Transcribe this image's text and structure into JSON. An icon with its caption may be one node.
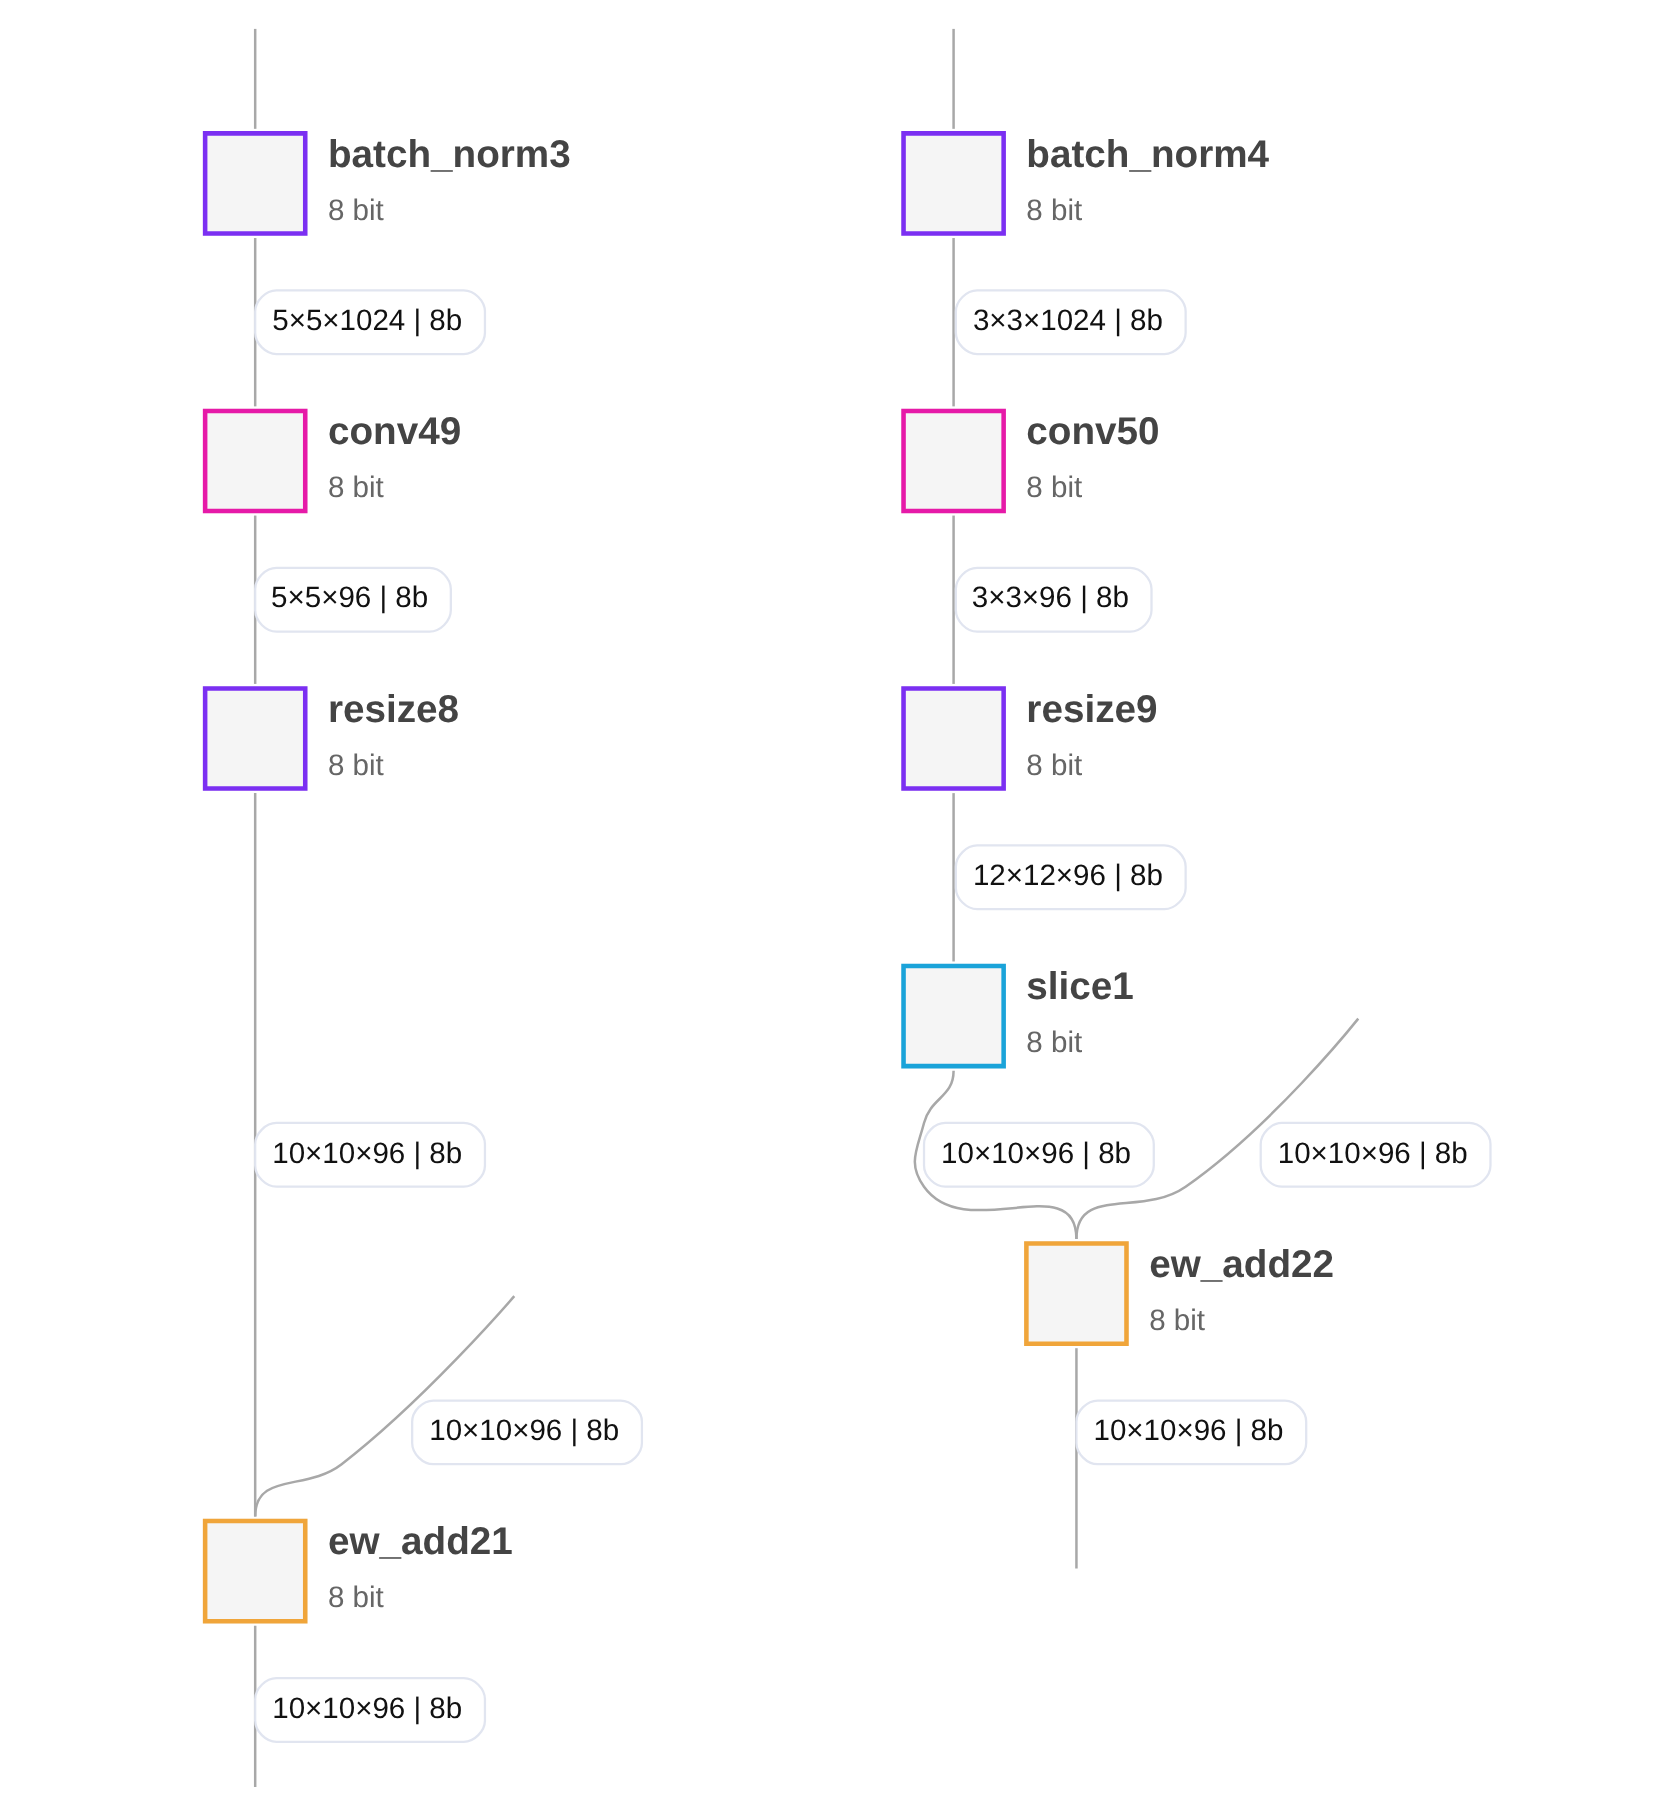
{
  "diagram": {
    "nodes": [
      {
        "text": [
          "batch_norm3",
          "8 bit"
        ]
      },
      {
        "text": [
          "batch_norm4",
          "8 bit"
        ]
      },
      {
        "text": [
          "conv49",
          "8 bit"
        ]
      },
      {
        "text": [
          "conv50",
          "8 bit"
        ]
      },
      {
        "text": [
          "resize8",
          "8 bit"
        ]
      },
      {
        "text": [
          "resize9",
          "8 bit"
        ]
      },
      {
        "text": [
          "slice1",
          "8 bit"
        ]
      },
      {
        "text": [
          "ew_add22",
          "8 bit"
        ]
      },
      {
        "text": [
          "ew_add21",
          "8 bit"
        ]
      }
    ],
    "edges": [
      {
        "from": null,
        "to": 0,
        "arrow": "none"
      },
      {
        "from": null,
        "to": 1,
        "arrow": "none"
      },
      {
        "from": 0,
        "to": 2,
        "arrow": "none",
        "label": "5×5×1024 | 8b"
      },
      {
        "from": 1,
        "to": 3,
        "arrow": "none",
        "label": "3×3×1024 | 8b"
      },
      {
        "from": 2,
        "to": 4,
        "arrow": "none",
        "label": "5×5×96 | 8b"
      },
      {
        "from": 3,
        "to": 5,
        "arrow": "none",
        "label": "3×3×96 | 8b"
      },
      {
        "from": 5,
        "to": 6,
        "arrow": "none",
        "label": "12×12×96 | 8b"
      },
      {
        "from": 6,
        "to": 7,
        "arrow": "none",
        "label": "10×10×96 | 8b"
      },
      {
        "from": 4,
        "to": 8,
        "arrow": "none",
        "label": "10×10×96 | 8b"
      },
      {
        "from": null,
        "to": 7,
        "arrow": "none",
        "label": "10×10×96 | 8b"
      },
      {
        "from": 7,
        "to": null,
        "arrow": "none",
        "label": "10×10×96 | 8b"
      },
      {
        "from": null,
        "to": 8,
        "arrow": "none",
        "label": "10×10×96 | 8b"
      },
      {
        "from": 8,
        "to": null,
        "arrow": "none",
        "label": "10×10×96 | 8b"
      }
    ]
  }
}
